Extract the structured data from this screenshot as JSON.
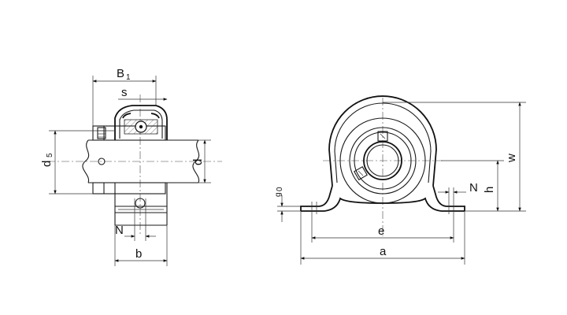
{
  "left_view": {
    "labels": {
      "B1_main": "B",
      "B1_sub": "1",
      "s": "s",
      "d5_main": "d",
      "d5_sub": "5",
      "d": "d",
      "N": "N",
      "b": "b"
    }
  },
  "right_view": {
    "labels": {
      "g": "g",
      "g_sub": "0",
      "N": "N",
      "h": "h",
      "w": "w",
      "e": "e",
      "a": "a"
    }
  }
}
